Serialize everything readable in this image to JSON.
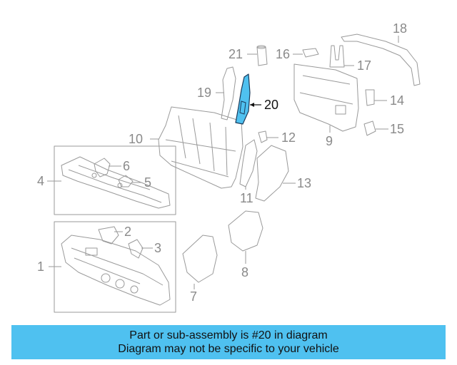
{
  "callouts": {
    "n1": "1",
    "n2": "2",
    "n3": "3",
    "n4": "4",
    "n5": "5",
    "n6": "6",
    "n7": "7",
    "n8": "8",
    "n9": "9",
    "n10": "10",
    "n11": "11",
    "n12": "12",
    "n13": "13",
    "n14": "14",
    "n15": "15",
    "n16": "16",
    "n17": "17",
    "n18": "18",
    "n19": "19",
    "n20": "20",
    "n21": "21"
  },
  "highlight": {
    "part": "20",
    "color": "#4fc1f0"
  },
  "banner": {
    "line1": "Part or sub-assembly is #20 in diagram",
    "line2": "Diagram may not be specific to your vehicle",
    "background": "#4fc1f0"
  }
}
